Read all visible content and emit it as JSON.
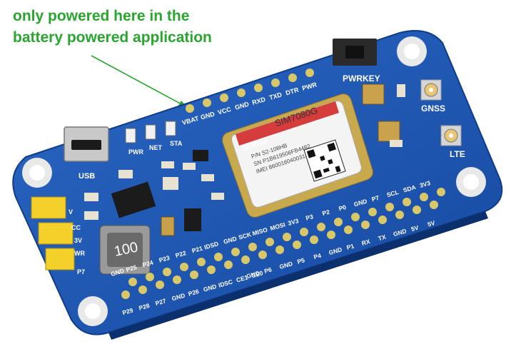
{
  "annotation": {
    "line1": "only powered here in the",
    "line2": "battery powered application",
    "color": "#2aa52f"
  },
  "board": {
    "pcb_color": "#1a56b3",
    "module": {
      "name": "SIM7080G",
      "pn": "P/N S2-108HB",
      "sn": "SN P1B619506FB4482",
      "imei": "IMEI 860016040031812",
      "brand": "SIMCom"
    },
    "inductor_label": "100",
    "usb_label": "USB",
    "led_labels": [
      "PWR",
      "NET",
      "STA"
    ],
    "pwrkey_label": "PWRKEY",
    "gnss_label": "GNSS",
    "lte_label": "LTE",
    "power_header_labels": [
      "VBAT",
      "GND",
      "VCC",
      "GND",
      "RXD",
      "TXD",
      "DTR",
      "PWR"
    ],
    "row_top_left": [
      "GND",
      "P25",
      "P24",
      "P23",
      "P22",
      "P21",
      "IDSD",
      "GND",
      "SCK",
      "MISO",
      "MOSI",
      "3V3",
      "P3",
      "P2",
      "P0",
      "GND",
      "P7",
      "SCL",
      "SDA",
      "3V3"
    ],
    "row_mid_right": [
      "GND",
      "P6",
      "GND",
      "P5",
      "P4",
      "GND",
      "P1",
      "RX",
      "TX",
      "GND",
      "5V",
      "5V"
    ],
    "row_bottom": [
      "P29",
      "P28",
      "P27",
      "GND",
      "P26",
      "GND",
      "IDSC",
      "CE1",
      "CE0"
    ],
    "jumper_labels": [
      "V",
      "CC",
      "3V",
      "WR",
      "P7"
    ]
  }
}
